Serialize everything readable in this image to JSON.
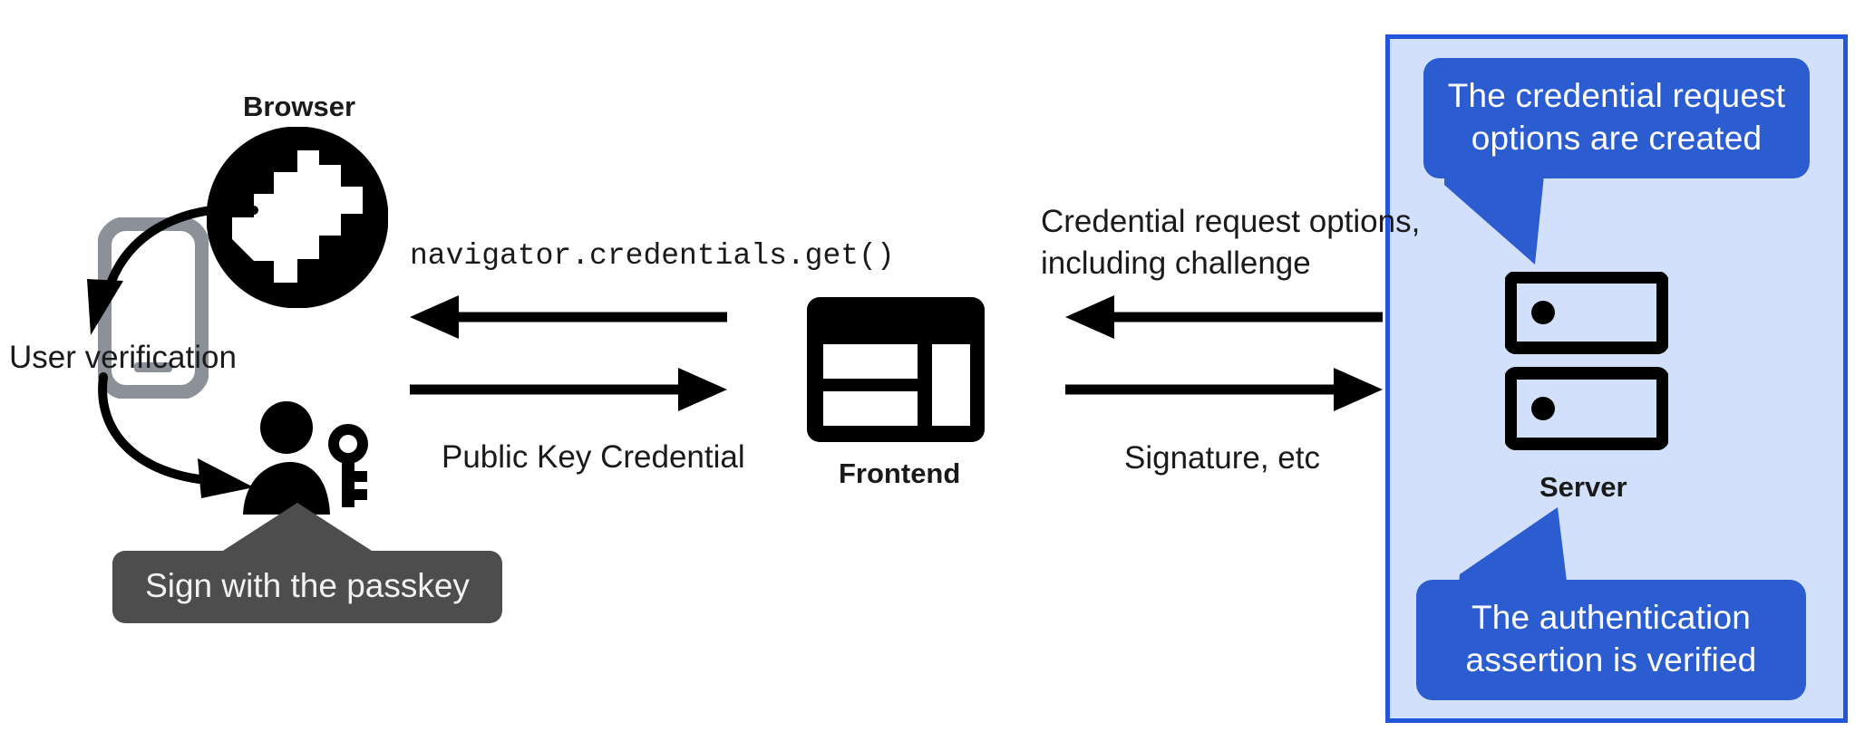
{
  "diagram": {
    "title": "WebAuthn passkey authentication flow",
    "colors": {
      "panel_fill": "#d2e0fb",
      "panel_border": "#2255d8",
      "callout_fill": "#2b5cd0",
      "callout_text": "#ffffff",
      "tooltip_fill": "#4d4d4d",
      "tooltip_text": "#f2f2f2",
      "icon_black": "#000000",
      "phone_gray": "#8c9199",
      "text": "#1a1a1a"
    }
  },
  "nodes": {
    "browser": {
      "label": "Browser",
      "icon": "globe-icon"
    },
    "frontend": {
      "label": "Frontend",
      "icon": "dashboard-icon"
    },
    "server": {
      "label": "Server",
      "icon": "server-rack-icon"
    },
    "authenticator": {
      "icon": "phone-icon"
    },
    "user": {
      "icon": "person-with-key-icon"
    }
  },
  "annotations": {
    "user_verification": "User verification",
    "passkey_tooltip": "Sign with the passkey"
  },
  "flows": [
    {
      "id": "frontend-to-browser",
      "label": "navigator.credentials.get()",
      "direction": "left",
      "style": "mono",
      "from": "frontend",
      "to": "browser"
    },
    {
      "id": "browser-to-frontend",
      "label": "Public Key Credential",
      "direction": "right",
      "style": "normal",
      "from": "browser",
      "to": "frontend"
    },
    {
      "id": "server-to-frontend",
      "label_line1": "Credential request options,",
      "label_line2": "including challenge",
      "direction": "left",
      "style": "normal",
      "from": "server",
      "to": "frontend"
    },
    {
      "id": "frontend-to-server",
      "label": "Signature, etc",
      "direction": "right",
      "style": "normal",
      "from": "frontend",
      "to": "server"
    }
  ],
  "callouts": [
    {
      "id": "credential-request-options-created",
      "line1": "The credential request",
      "line2": "options are created",
      "tail": "down-right"
    },
    {
      "id": "authentication-assertion-verified",
      "line1": "The authentication",
      "line2": "assertion is verified",
      "tail": "up-right"
    }
  ]
}
